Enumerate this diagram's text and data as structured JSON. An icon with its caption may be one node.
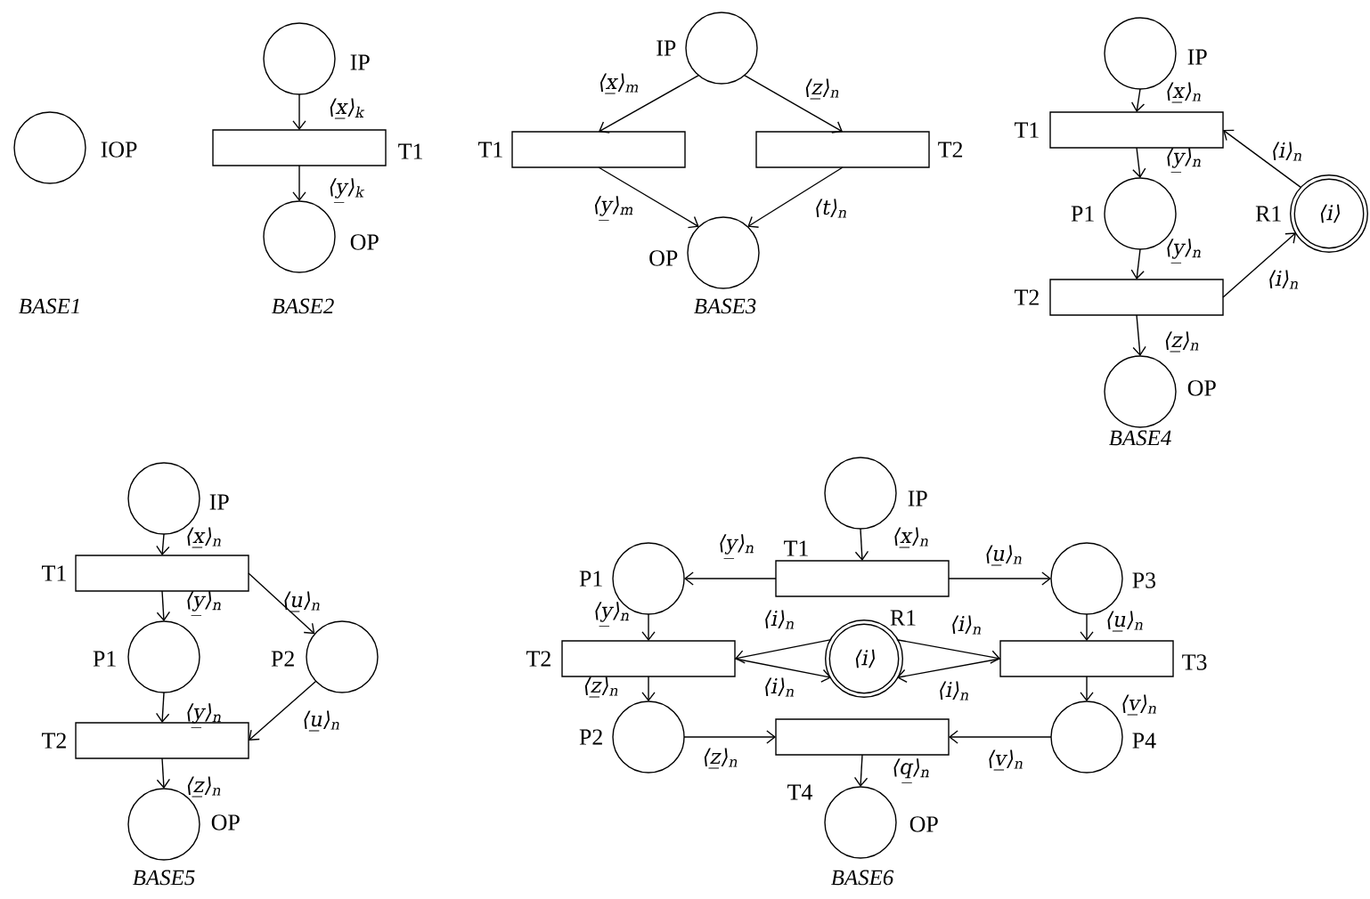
{
  "diagram": {
    "nodes": [
      {
        "text": [
          "IOP"
        ]
      },
      {
        "text": [
          "IP"
        ]
      },
      {
        "text": [
          "T1"
        ]
      },
      {
        "text": [
          "OP"
        ]
      },
      {
        "text": [
          "IP"
        ]
      },
      {
        "text": [
          "T1"
        ]
      },
      {
        "text": [
          "T2"
        ]
      },
      {
        "text": [
          "OP"
        ]
      },
      {
        "text": [
          "IP"
        ]
      },
      {
        "text": [
          "T1"
        ]
      },
      {
        "text": [
          "P1"
        ]
      },
      {
        "text": [
          "R1",
          "⟨i⟩"
        ]
      },
      {
        "text": [
          "T2"
        ]
      },
      {
        "text": [
          "OP"
        ]
      },
      {
        "text": [
          "IP"
        ]
      },
      {
        "text": [
          "T1"
        ]
      },
      {
        "text": [
          "P1"
        ]
      },
      {
        "text": [
          "P2"
        ]
      },
      {
        "text": [
          "T2"
        ]
      },
      {
        "text": [
          "OP"
        ]
      },
      {
        "text": [
          "IP"
        ]
      },
      {
        "text": [
          "T1"
        ]
      },
      {
        "text": [
          "P1"
        ]
      },
      {
        "text": [
          "P3"
        ]
      },
      {
        "text": [
          "T2"
        ]
      },
      {
        "text": [
          "R1",
          "⟨i⟩"
        ]
      },
      {
        "text": [
          "T3"
        ]
      },
      {
        "text": [
          "P2"
        ]
      },
      {
        "text": [
          "T4"
        ]
      },
      {
        "text": [
          "P4"
        ]
      },
      {
        "text": [
          "OP"
        ]
      }
    ],
    "edges": [
      {
        "from": 1,
        "to": 2,
        "arrow": "to",
        "label": "⟨x̲⟩$_{k}$"
      },
      {
        "from": 2,
        "to": 3,
        "arrow": "to",
        "label": "⟨y̲⟩$_{k}$"
      },
      {
        "from": 4,
        "to": 5,
        "arrow": "to",
        "label": "⟨x̲⟩$_{m}$"
      },
      {
        "from": 4,
        "to": 6,
        "arrow": "to",
        "label": "⟨z̲⟩$_{n}$"
      },
      {
        "from": 5,
        "to": 7,
        "arrow": "to",
        "label": "⟨y̲⟩$_{m}$"
      },
      {
        "from": 6,
        "to": 7,
        "arrow": "to",
        "label": "⟨t⟩$_{n}$"
      },
      {
        "from": 8,
        "to": 9,
        "arrow": "to",
        "label": "⟨x̲⟩$_{n}$"
      },
      {
        "from": 9,
        "to": 10,
        "arrow": "to",
        "label": "⟨y̲⟩$_{n}$"
      },
      {
        "from": 10,
        "to": 12,
        "arrow": "to",
        "label": "⟨y̲⟩$_{n}$"
      },
      {
        "from": 12,
        "to": 13,
        "arrow": "to",
        "label": "⟨z̲⟩$_{n}$"
      },
      {
        "from": 11,
        "to": 9,
        "arrow": "to",
        "label": "⟨i⟩$_{n}$"
      },
      {
        "from": 12,
        "to": 11,
        "arrow": "to",
        "label": "⟨i⟩$_{n}$"
      },
      {
        "from": 14,
        "to": 15,
        "arrow": "to",
        "label": "⟨x̲⟩$_{n}$"
      },
      {
        "from": 15,
        "to": 16,
        "arrow": "to",
        "label": "⟨y̲⟩$_{n}$"
      },
      {
        "from": 15,
        "to": 17,
        "arrow": "to",
        "label": "⟨u̲⟩$_{n}$"
      },
      {
        "from": 16,
        "to": 18,
        "arrow": "to",
        "label": "⟨y̲⟩$_{n}$"
      },
      {
        "from": 17,
        "to": 18,
        "arrow": "to",
        "label": "⟨u̲⟩$_{n}$"
      },
      {
        "from": 18,
        "to": 19,
        "arrow": "to",
        "label": "⟨z̲⟩$_{n}$"
      },
      {
        "from": 20,
        "to": 21,
        "arrow": "to",
        "label": "⟨x̲⟩$_{n}$"
      },
      {
        "from": 21,
        "to": 22,
        "arrow": "to",
        "label": "⟨y̲⟩$_{n}$"
      },
      {
        "from": 21,
        "to": 23,
        "arrow": "to",
        "label": "⟨u̲⟩$_{n}$"
      },
      {
        "from": 22,
        "to": 24,
        "arrow": "to",
        "label": "⟨y̲⟩$_{n}$"
      },
      {
        "from": 23,
        "to": 26,
        "arrow": "to",
        "label": "⟨u̲⟩$_{n}$"
      },
      {
        "from": 25,
        "to": 24,
        "arrow": "to",
        "label": "⟨i⟩$_{n}$"
      },
      {
        "from": 24,
        "to": 25,
        "arrow": "to",
        "label": "⟨i⟩$_{n}$"
      },
      {
        "from": 25,
        "to": 26,
        "arrow": "to",
        "label": "⟨i⟩$_{n}$"
      },
      {
        "from": 26,
        "to": 25,
        "arrow": "to",
        "label": "⟨i⟩$_{n}$"
      },
      {
        "from": 24,
        "to": 27,
        "arrow": "to",
        "label": "⟨z̲⟩$_{n}$"
      },
      {
        "from": 26,
        "to": 29,
        "arrow": "to",
        "label": "⟨v̲⟩$_{n}$"
      },
      {
        "from": 27,
        "to": 28,
        "arrow": "to",
        "label": "⟨z̲⟩$_{n}$"
      },
      {
        "from": 29,
        "to": 28,
        "arrow": "to",
        "label": "⟨v̲⟩$_{n}$"
      },
      {
        "from": 28,
        "to": 30,
        "arrow": "to",
        "label": "⟨q̲⟩$_{n}$"
      }
    ],
    "labels": [
      "BASE1",
      "BASE2",
      "BASE3",
      "BASE4",
      "BASE5",
      "BASE6"
    ]
  }
}
